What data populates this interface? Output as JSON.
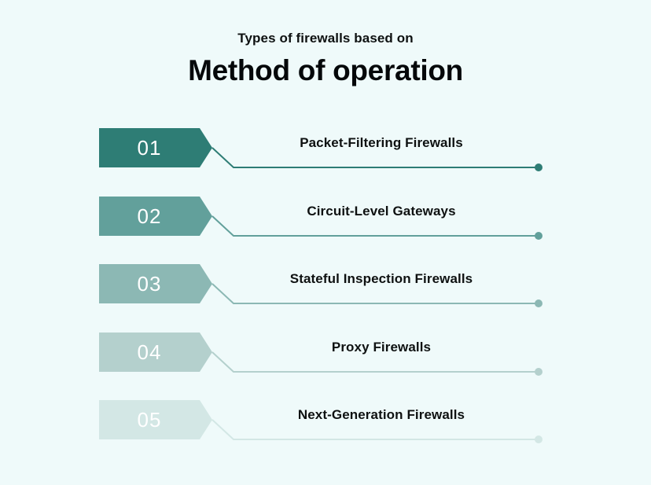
{
  "header": {
    "eyebrow": "Types of firewalls based on",
    "title": "Method of operation"
  },
  "theme": {
    "background": "#effafa",
    "title_color": "#05080a",
    "label_color": "#0e1111",
    "number_color": "#ffffff"
  },
  "steps": [
    {
      "number": "01",
      "label": "Packet-Filtering Firewalls",
      "color": "#2e7d75"
    },
    {
      "number": "02",
      "label": "Circuit-Level Gateways",
      "color": "#62a09b"
    },
    {
      "number": "03",
      "label": "Stateful Inspection Firewalls",
      "color": "#8cb8b4"
    },
    {
      "number": "04",
      "label": "Proxy Firewalls",
      "color": "#b4d0cd"
    },
    {
      "number": "05",
      "label": "Next-Generation Firewalls",
      "color": "#d3e7e5"
    }
  ]
}
